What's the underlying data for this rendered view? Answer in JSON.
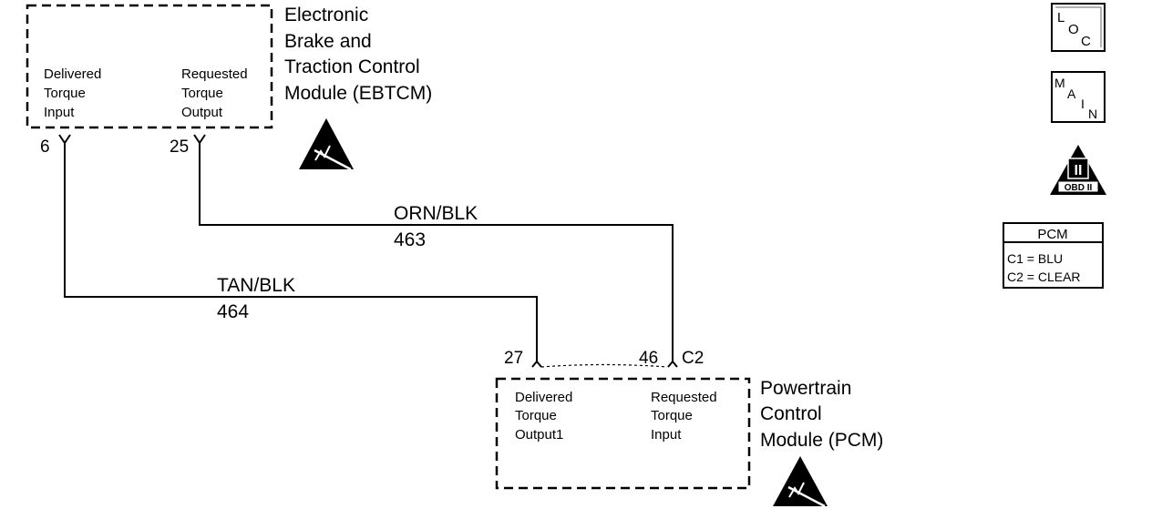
{
  "ebtcm": {
    "title_lines": [
      "Electronic",
      "Brake and",
      "Traction Control",
      "Module (EBTCM)"
    ],
    "left_func": [
      "Delivered",
      "Torque",
      "Input"
    ],
    "right_func": [
      "Requested",
      "Torque",
      "Output"
    ],
    "pin_left": "6",
    "pin_right": "25"
  },
  "pcm": {
    "title_lines": [
      "Powertrain",
      "Control",
      "Module (PCM)"
    ],
    "left_func": [
      "Delivered",
      "Torque",
      "Output1"
    ],
    "right_func": [
      "Requested",
      "Torque",
      "Input"
    ],
    "pin_left": "27",
    "pin_right": "46",
    "connector": "C2"
  },
  "wires": {
    "orn": {
      "color": "ORN/BLK",
      "circuit": "463"
    },
    "tan": {
      "color": "TAN/BLK",
      "circuit": "464"
    }
  },
  "side_icons": {
    "loc": {
      "top": "L",
      "mid": "O",
      "bottom": "C"
    },
    "main": {
      "letters": [
        "M",
        "A",
        "I",
        "N"
      ]
    },
    "obd": {
      "numeral": "II",
      "label": "OBD II"
    }
  },
  "pcm_legend": {
    "title": "PCM",
    "rows": [
      "C1 = BLU",
      "C2 = CLEAR"
    ]
  }
}
